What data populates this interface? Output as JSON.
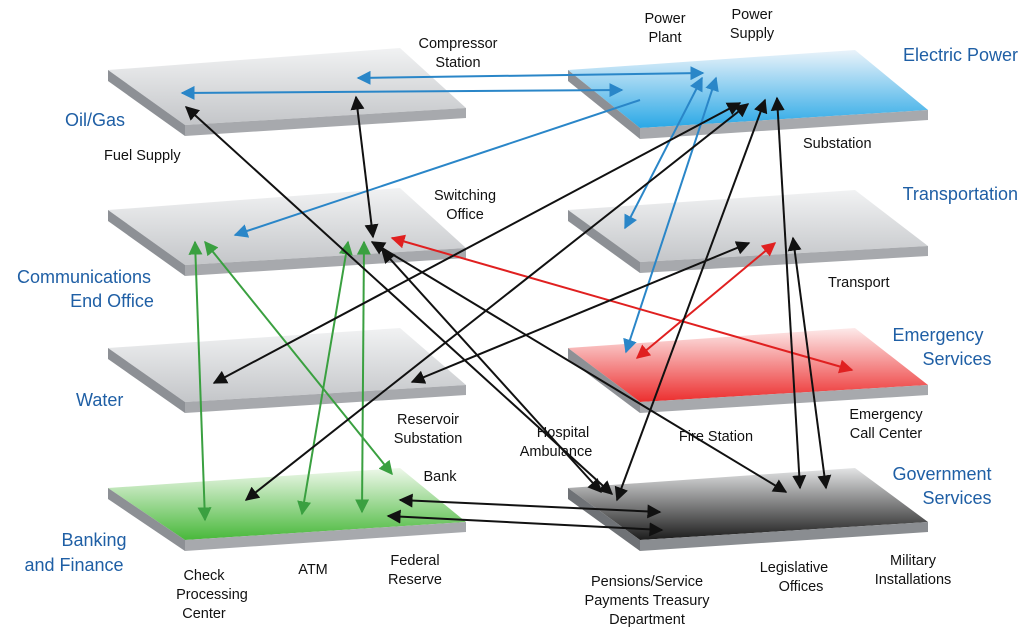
{
  "sectors": {
    "oil_gas": "Oil/Gas",
    "electric": "Electric Power",
    "transport": "Transportation",
    "comm_1": "Communications",
    "comm_2": "End Office",
    "emergency_1": "Emergency",
    "emergency_2": "Services",
    "water": "Water",
    "government_1": "Government",
    "government_2": "Services",
    "banking_1": "Banking",
    "banking_2": "and Finance"
  },
  "nodes": {
    "compressor_1": "Compressor",
    "compressor_2": "Station",
    "power_plant_1": "Power",
    "power_plant_2": "Plant",
    "power_supply_1": "Power",
    "power_supply_2": "Supply",
    "fuel_supply": "Fuel Supply",
    "substation": "Substation",
    "switching_1": "Switching",
    "switching_2": "Office",
    "transport": "Transport",
    "reservoir_1": "Reservoir",
    "reservoir_2": "Substation",
    "hospital_1": "Hospital",
    "hospital_2": "Ambulance",
    "fire_station": "Fire Station",
    "emergency_call_1": "Emergency",
    "emergency_call_2": "Call Center",
    "bank": "Bank",
    "check_1": "Check",
    "check_2": "Processing",
    "check_3": "Center",
    "atm": "ATM",
    "federal_1": "Federal",
    "federal_2": "Reserve",
    "pensions_1": "Pensions/Service",
    "pensions_2": "Payments Treasury",
    "pensions_3": "Department",
    "legislative_1": "Legislative",
    "legislative_2": "Offices",
    "military_1": "Military",
    "military_2": "Installations"
  },
  "colors": {
    "sector_label": "#1f5fa5",
    "electric_arrows": "#2a86c8",
    "emergency_arrows": "#e02020",
    "banking_arrows": "#3aa040",
    "general_arrows": "#111111"
  }
}
